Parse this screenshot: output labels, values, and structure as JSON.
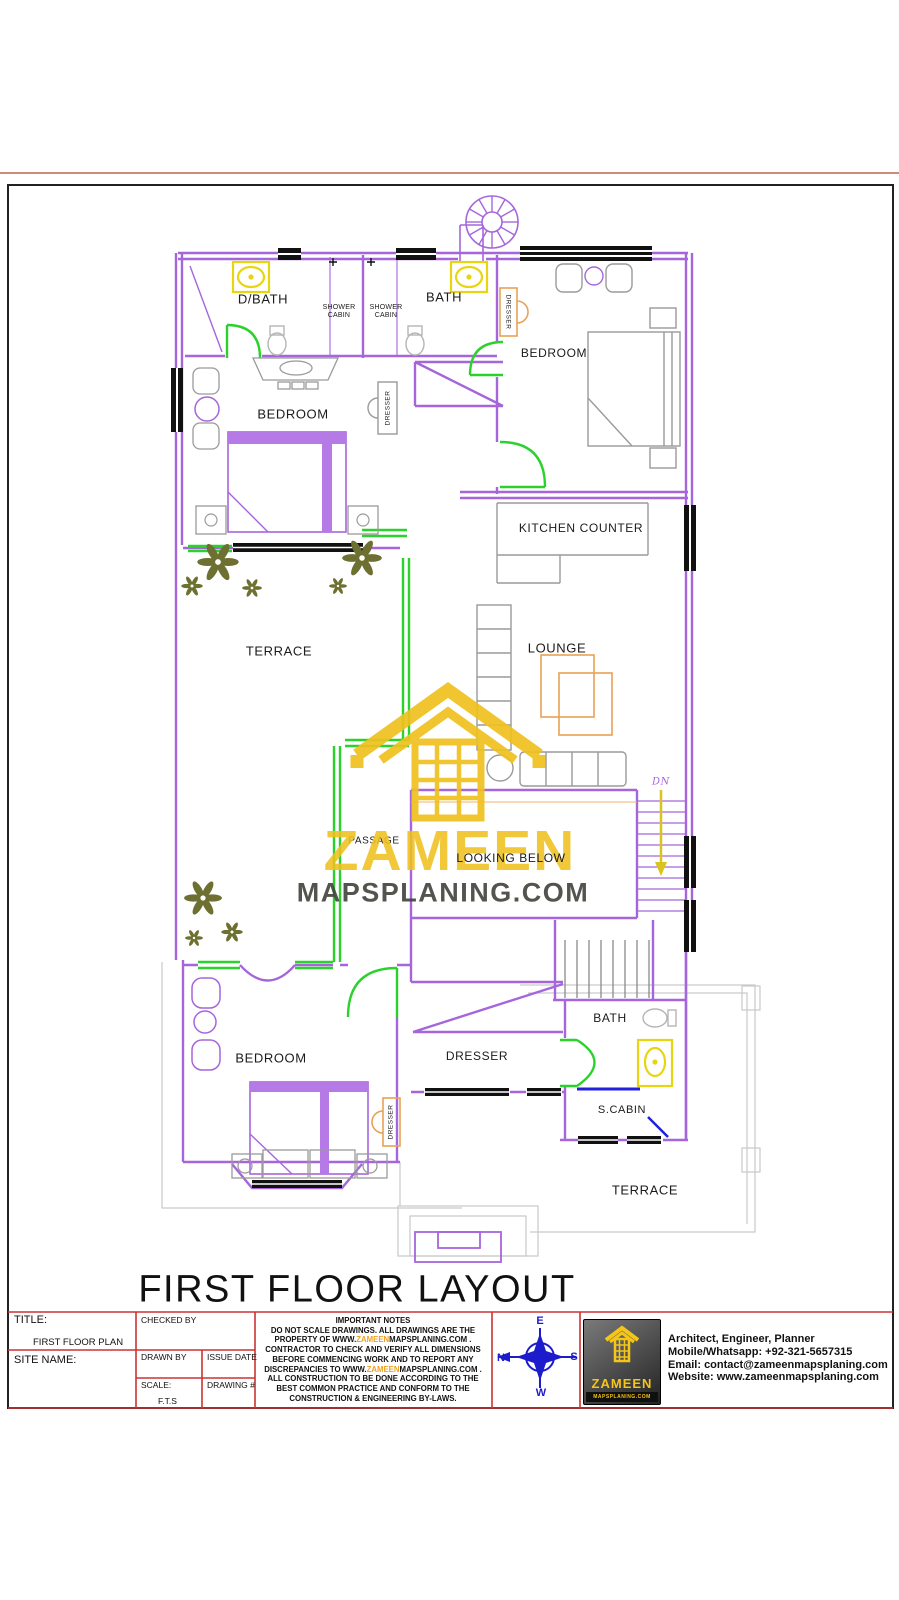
{
  "colors": {
    "wall_purple": "#a566dc",
    "door_green": "#2bd22b",
    "fixture_yellow": "#e8d50f",
    "cabinet_orange": "#e8a254",
    "accent_blue": "#2121dd",
    "stair_arrow_yellow": "#d8c41c",
    "watermark_yellow": "#efc11f",
    "watermark_gray": "#46463f",
    "title_block_red": "#cc3333",
    "compass_blue": "#1c1ccd",
    "plant_olive": "#6d7031"
  },
  "sheet": {
    "drawing_title": "FIRST FLOOR LAYOUT"
  },
  "watermark": {
    "brand": "ZAMEEN",
    "domain": "MAPSPLANING.COM"
  },
  "plan_labels": {
    "d_bath": "D/BATH",
    "shower_cabin_1": "SHOWER CABIN",
    "shower_cabin_2": "SHOWER CABIN",
    "bath_top": "BATH",
    "bedroom_top_right": "BEDROOM",
    "bedroom_left": "BEDROOM",
    "bedroom_bottom": "BEDROOM",
    "kitchen_counter": "KITCHEN COUNTER",
    "terrace_left": "TERRACE",
    "terrace_bottom": "TERRACE",
    "lounge": "LOUNGE",
    "passage": "PASSAGE",
    "looking_below": "LOOKING BELOW",
    "down_marker": "DN",
    "bath_bottom": "BATH",
    "dresser_area": "DRESSER",
    "dresser_cabinet_top": "DRESSER",
    "dresser_cabinet_left": "DRESSER",
    "dresser_cabinet_bottom": "DRESSER",
    "s_cabin": "S.CABIN"
  },
  "title_block": {
    "title_label": "TITLE:",
    "title_value": "FIRST FLOOR  PLAN",
    "site_name_label": "SITE NAME:",
    "checked_by_label": "CHECKED BY",
    "drawn_by_label": "DRAWN BY",
    "issue_date_label": "ISSUE DATE",
    "scale_label": "SCALE:",
    "scale_value": "F.T.S",
    "drawing_no_label": "DRAWING #",
    "notes": {
      "heading": "IMPORTANT NOTES",
      "line1": "DO NOT SCALE DRAWINGS. ALL DRAWINGS ARE THE",
      "line2a": "PROPERTY OF  WWW.",
      "line2b": "ZAMEEN",
      "line2c": "MAPSPLANING.COM .",
      "line3": "CONTRACTOR TO CHECK AND VERIFY ALL DIMENSIONS",
      "line4": "BEFORE COMMENCING WORK AND TO REPORT ANY",
      "line5a": "DISCREPANCIES TO WWW.",
      "line5b": "ZAMEEN",
      "line5c": "MAPSPLANING.COM .",
      "line6": "ALL CONSTRUCTION TO BE DONE ACCORDING TO THE",
      "line7": "BEST COMMON PRACTICE AND CONFORM TO THE",
      "line8": "CONSTRUCTION & ENGINEERING BY-LAWS."
    },
    "compass": {
      "north": "N",
      "east": "E",
      "south": "S",
      "west": "W"
    },
    "logo": {
      "brand": "ZAMEEN",
      "domain": "MAPSPLANING.COM"
    },
    "contact": {
      "role": "Architect, Engineer, Planner",
      "mobile": "Mobile/Whatsapp: +92-321-5657315",
      "email": "Email: contact@zameenmapsplaning.com",
      "website": "Website: www.zameenmapsplaning.com"
    }
  }
}
